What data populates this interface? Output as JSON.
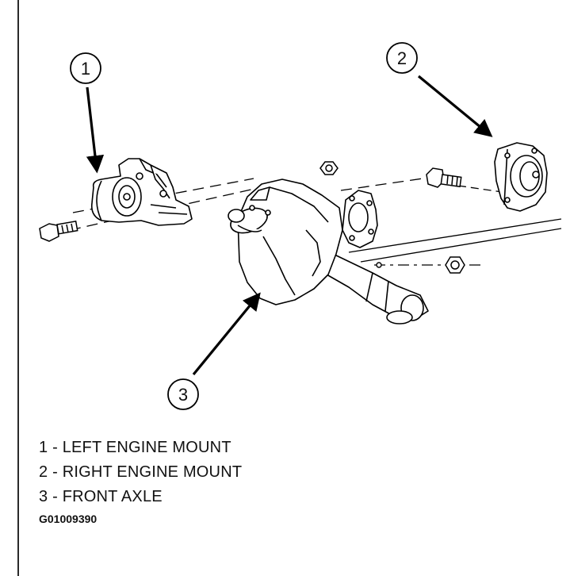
{
  "callouts": [
    {
      "number": "1"
    },
    {
      "number": "2"
    },
    {
      "number": "3"
    }
  ],
  "legend": [
    {
      "text": "1 - LEFT ENGINE MOUNT"
    },
    {
      "text": "2 - RIGHT ENGINE MOUNT"
    },
    {
      "text": "3 - FRONT AXLE"
    }
  ],
  "figure_code": "G01009390"
}
